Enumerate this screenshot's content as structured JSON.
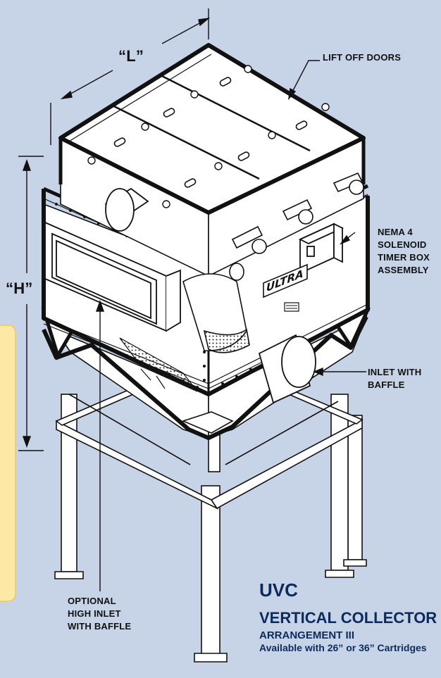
{
  "dimensions": {
    "length_label": "“L”",
    "height_label": "“H”"
  },
  "callouts": {
    "lift_off_doors": "LIFT OFF DOORS",
    "nema_1": "NEMA 4",
    "nema_2": "SOLENOID",
    "nema_3": "TIMER BOX",
    "nema_4": "ASSEMBLY",
    "inlet_1": "INLET WITH",
    "inlet_2": "BAFFLE",
    "optional_1": "OPTIONAL",
    "optional_2": "HIGH INLET",
    "optional_3": "WITH BAFFLE"
  },
  "logo_text": "ULTRA",
  "title": {
    "model": "UVC",
    "name": "VERTICAL COLLECTOR",
    "arrangement": "ARRANGEMENT III",
    "availability": "Available with 26” or 36” Cartridges"
  },
  "colors": {
    "background": "#c7d3e6",
    "side_panel": "#fde9a6",
    "title": "#0c2b5c",
    "line": "#111111"
  }
}
